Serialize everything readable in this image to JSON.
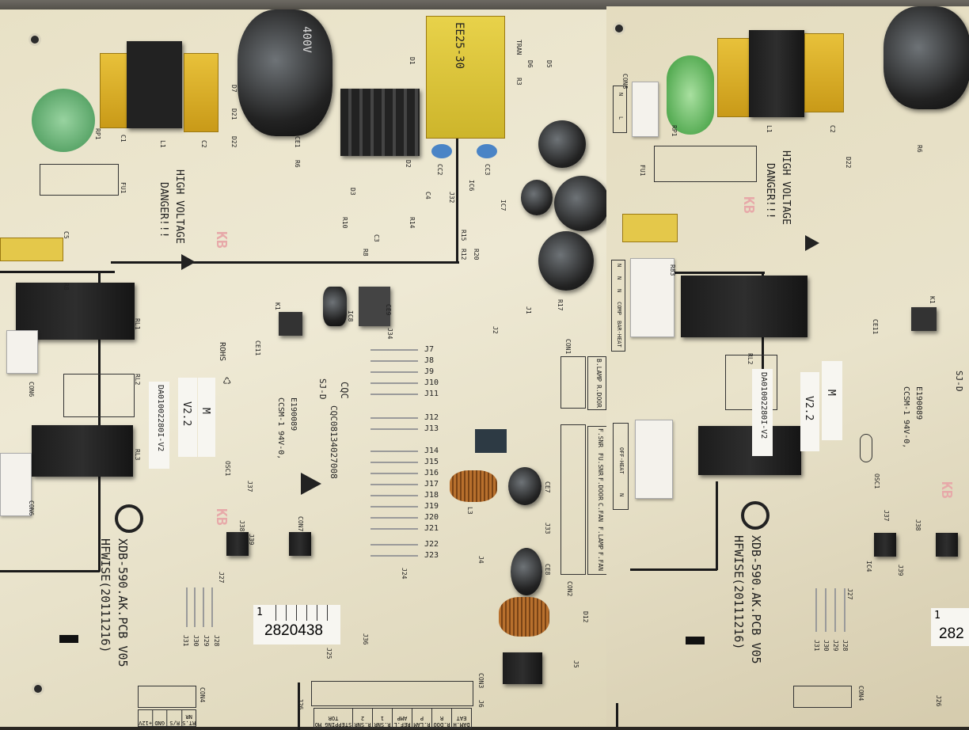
{
  "left_board": {
    "warning_line1": "HIGH VOLTAGE",
    "warning_line2": "DANGER!!!",
    "model": "XDB-590.AK.PCB V05",
    "maker": "HFWISE(20111216)",
    "part_number": "DA01002280I-V2",
    "version_sticker": "V2.2",
    "m_sticker": "M",
    "barcode_top": "1",
    "barcode_number": "2820438",
    "cqc_mark": "CQC",
    "cqc_cert": "CQC08134027008",
    "sj_d": "SJ-D",
    "ul_number": "E190089",
    "ul_grade": "CCSM-1 94V-0,",
    "rohs": "ROHS",
    "transformer": "EE25-30",
    "big_cap": "400V",
    "component_labels": [
      "RP1",
      "C1",
      "L1",
      "C2",
      "FU1",
      "C5",
      "R8",
      "RL1",
      "RL2",
      "RL3",
      "CON6",
      "CON6",
      "CE1",
      "R6",
      "D7",
      "D21",
      "D22",
      "K1",
      "CE11",
      "IC8",
      "CE9",
      "J34",
      "J33",
      "J38",
      "J37",
      "J39",
      "OSC1",
      "CON7",
      "J27",
      "J28",
      "J29",
      "J30",
      "J31",
      "J36",
      "J25",
      "J26",
      "CON3",
      "J6",
      "J5",
      "D12",
      "CE8",
      "CE7",
      "J4",
      "J24",
      "L3",
      "CON1",
      "J1",
      "J2",
      "R17",
      "R15",
      "R12",
      "R20",
      "IC7",
      "J32",
      "C4",
      "R14",
      "R10",
      "C3",
      "R8",
      "D3",
      "IC6",
      "CC3",
      "CC2",
      "D2",
      "TRAN",
      "D6",
      "D5",
      "R3",
      "D1",
      "CON4",
      "CON2",
      "KB"
    ],
    "jumpers": [
      "J7",
      "J8",
      "J9",
      "J10",
      "J11",
      "J12",
      "J13",
      "J14",
      "J15",
      "J16",
      "J17",
      "J18",
      "J19",
      "J20",
      "J21",
      "J22",
      "J23"
    ],
    "con1_labels": [
      "B.LAMP",
      "R.DOOR"
    ],
    "con2_labels": [
      "F.SNR",
      "FU.SNR",
      "F.DOOR",
      "C.FAN",
      "F.LAMP",
      "F.FAN"
    ],
    "con3_labels": [
      "DAM.HEAT",
      "R.DOOR",
      "R.LAMP",
      "REF.LAMP",
      "R.SNR1",
      "R.SNR2",
      "STEPPING MOTOR"
    ],
    "con4_labels": [
      "+12V",
      "GND",
      "R/S",
      "RT.SNR"
    ],
    "con5_labels": [
      "N",
      "N",
      "N",
      "COMP",
      "BAR-HEAT"
    ],
    "con6_labels": [
      "OFF-HEAT",
      "N"
    ],
    "con_top_labels": [
      "N",
      "L"
    ]
  },
  "right_board": {
    "warning_line1": "HIGH VOLTAGE",
    "warning_line2": "DANGER!!!",
    "model": "XDB-590.AK.PCB V05",
    "maker": "HFWISE(20111216)",
    "part_number": "DA01002280I-V2",
    "version_sticker": "V2.2",
    "m_sticker": "M",
    "barcode_top": "1",
    "barcode_number": "282",
    "ul_number": "E190089",
    "ul_grade": "CCSM-1 94V-0,",
    "sj_d": "SJ-D",
    "component_labels": [
      "CON8",
      "RP1",
      "L1",
      "C2",
      "D22",
      "FU1",
      "R83",
      "K1",
      "CE11",
      "RL2",
      "OSC1",
      "J37",
      "IC4",
      "J38",
      "J39",
      "J27",
      "J28",
      "J29",
      "J30",
      "J31",
      "CON4",
      "J26",
      "R6",
      "KB"
    ]
  },
  "colors": {
    "board": "#e8e1c6",
    "trace": "#1a1a1a",
    "kb_mark": "#e7a9a9",
    "capacitor": "#1c1c1c",
    "yellow_part": "#e0b52c"
  }
}
